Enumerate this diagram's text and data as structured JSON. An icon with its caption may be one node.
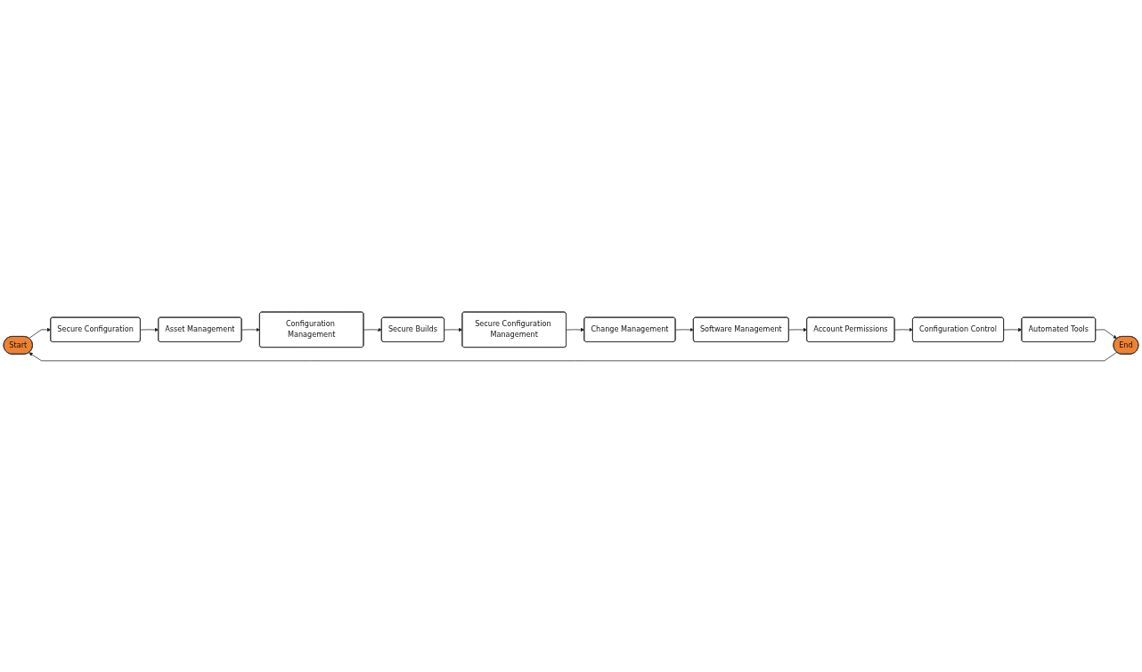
{
  "diagram": {
    "nodes": [
      {
        "text": [
          "Start"
        ]
      },
      {
        "text": [
          "Secure Configuration"
        ]
      },
      {
        "text": [
          "Asset Management"
        ]
      },
      {
        "text": [
          "Configuration Management"
        ]
      },
      {
        "text": [
          "Secure Builds"
        ]
      },
      {
        "text": [
          "Secure Configuration Management"
        ]
      },
      {
        "text": [
          "Change Management"
        ]
      },
      {
        "text": [
          "Software Management"
        ]
      },
      {
        "text": [
          "Account Permissions"
        ]
      },
      {
        "text": [
          "Configuration Control"
        ]
      },
      {
        "text": [
          "Automated Tools"
        ]
      },
      {
        "text": [
          "End"
        ]
      }
    ],
    "edges": [
      {
        "from": 0,
        "to": 1,
        "arrow": "to"
      },
      {
        "from": 1,
        "to": 2,
        "arrow": "to"
      },
      {
        "from": 2,
        "to": 3,
        "arrow": "to"
      },
      {
        "from": 3,
        "to": 4,
        "arrow": "to"
      },
      {
        "from": 4,
        "to": 5,
        "arrow": "to"
      },
      {
        "from": 5,
        "to": 6,
        "arrow": "to"
      },
      {
        "from": 6,
        "to": 7,
        "arrow": "to"
      },
      {
        "from": 7,
        "to": 8,
        "arrow": "to"
      },
      {
        "from": 8,
        "to": 9,
        "arrow": "to"
      },
      {
        "from": 9,
        "to": 10,
        "arrow": "to"
      },
      {
        "from": 10,
        "to": 11,
        "arrow": "to"
      },
      {
        "from": 11,
        "to": 0,
        "arrow": "to"
      }
    ]
  }
}
